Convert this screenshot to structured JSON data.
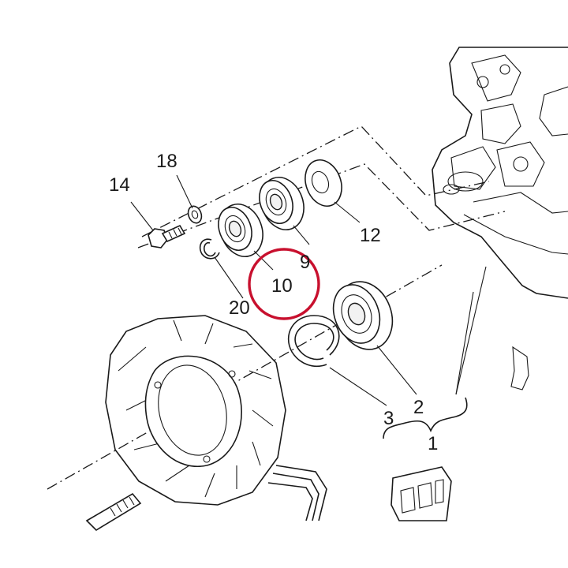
{
  "diagram": {
    "callouts": {
      "part_1": "1",
      "part_2": "2",
      "part_3": "3",
      "part_9": "9",
      "part_10": "10",
      "part_12": "12",
      "part_14": "14",
      "part_18": "18",
      "part_20": "20"
    },
    "highlight_color": "#c8102e",
    "line_color": "#1a1a1a",
    "background_color": "#ffffff"
  }
}
